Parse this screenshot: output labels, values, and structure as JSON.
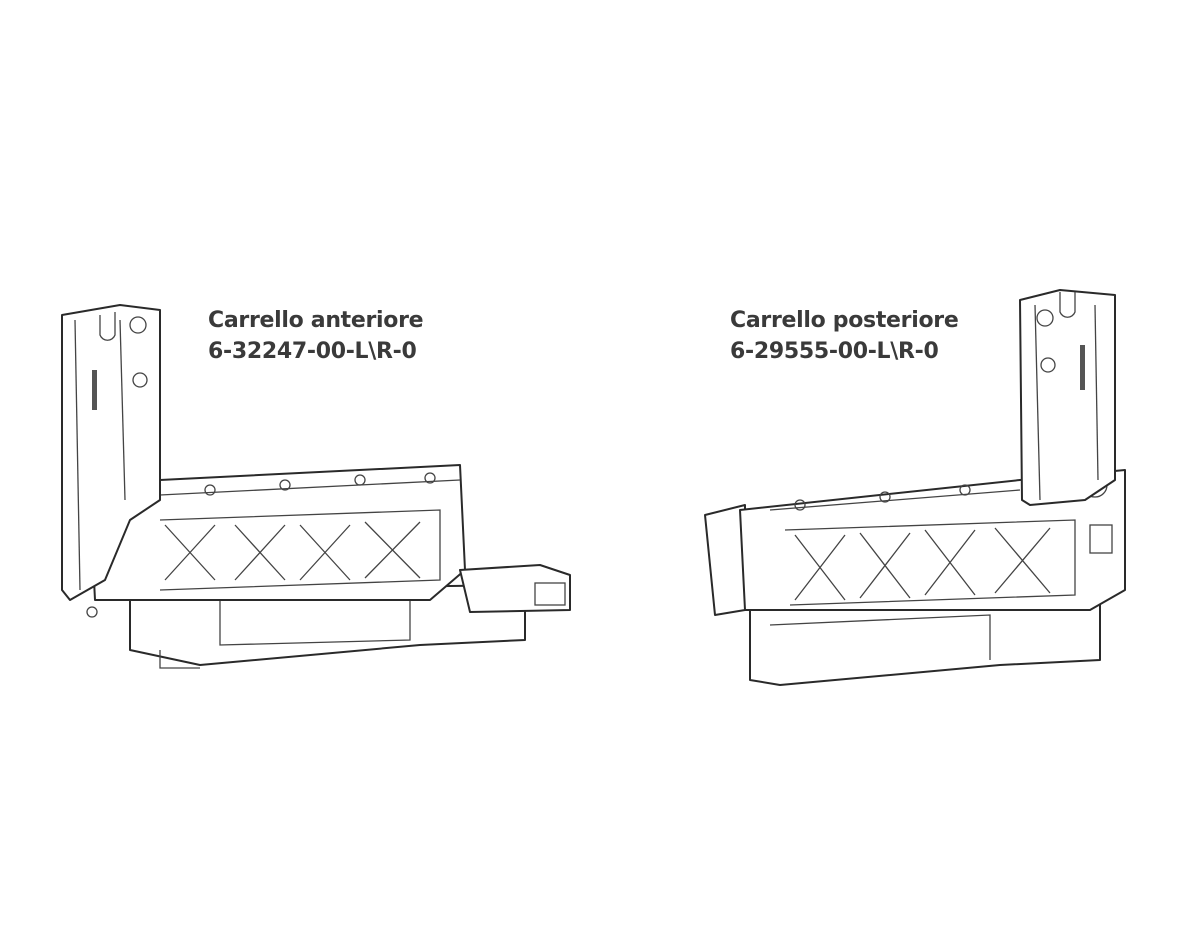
{
  "parts": [
    {
      "name": "Carrello anteriore",
      "code": "6-32247-00-L\\R-0"
    },
    {
      "name": "Carrello posteriore",
      "code": "6-29555-00-L\\R-0"
    }
  ]
}
